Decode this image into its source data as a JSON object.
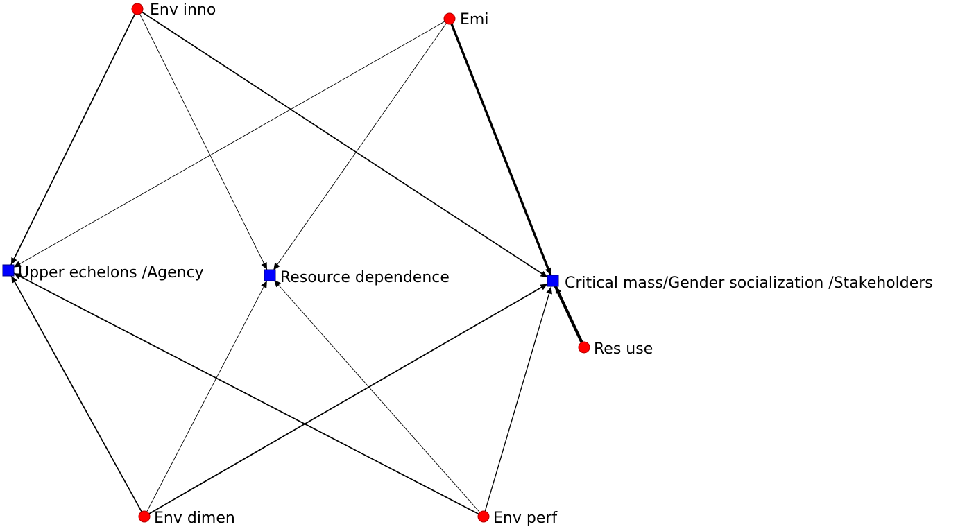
{
  "diagram": {
    "type": "directed-network",
    "colors": {
      "circle_node": "#ff0000",
      "circle_stroke": "#b00000",
      "square_node": "#0000ff",
      "square_stroke": "#000080",
      "edge": "#000000"
    },
    "nodes": [
      {
        "id": "env_inno",
        "label": "Env inno",
        "shape": "circle"
      },
      {
        "id": "emi",
        "label": "Emi",
        "shape": "circle"
      },
      {
        "id": "upper",
        "label": "Upper echelons /Agency",
        "shape": "square"
      },
      {
        "id": "resdep",
        "label": "Resource dependence",
        "shape": "square"
      },
      {
        "id": "critical",
        "label": "Critical mass/Gender socialization /Stakeholders",
        "shape": "square"
      },
      {
        "id": "resuse",
        "label": "Res use",
        "shape": "circle"
      },
      {
        "id": "env_dimen",
        "label": "Env dimen",
        "shape": "circle"
      },
      {
        "id": "env_perf",
        "label": "Env perf",
        "shape": "circle"
      }
    ],
    "edges": [
      {
        "from": "env_inno",
        "to": "upper",
        "weight": 2
      },
      {
        "from": "env_inno",
        "to": "resdep",
        "weight": 1
      },
      {
        "from": "env_inno",
        "to": "critical",
        "weight": 2
      },
      {
        "from": "emi",
        "to": "upper",
        "weight": 1
      },
      {
        "from": "emi",
        "to": "resdep",
        "weight": 1
      },
      {
        "from": "emi",
        "to": "critical",
        "weight": 4
      },
      {
        "from": "env_dimen",
        "to": "upper",
        "weight": 2
      },
      {
        "from": "env_dimen",
        "to": "resdep",
        "weight": 1
      },
      {
        "from": "env_dimen",
        "to": "critical",
        "weight": 2
      },
      {
        "from": "env_perf",
        "to": "upper",
        "weight": 2
      },
      {
        "from": "env_perf",
        "to": "resdep",
        "weight": 1
      },
      {
        "from": "env_perf",
        "to": "critical",
        "weight": 1.5
      },
      {
        "from": "resuse",
        "to": "critical",
        "weight": 5
      }
    ]
  }
}
